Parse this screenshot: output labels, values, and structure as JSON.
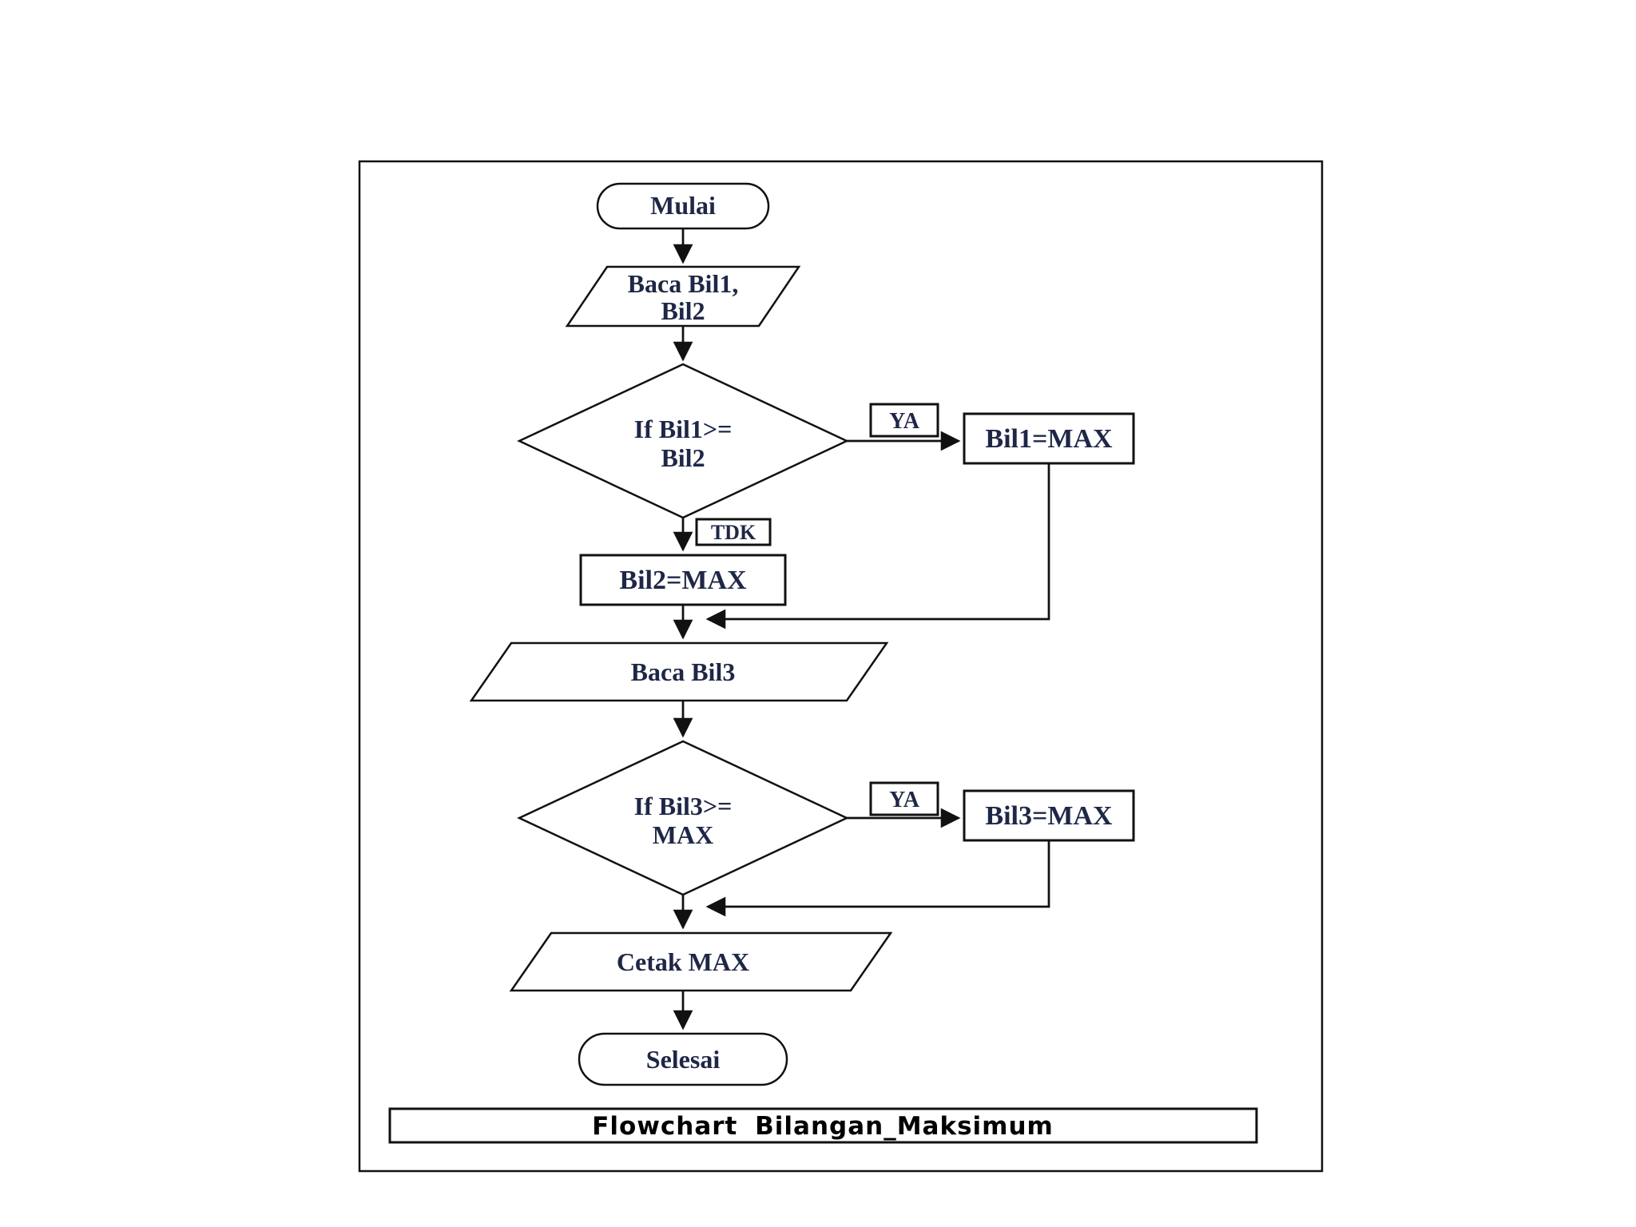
{
  "page": {
    "background": "#ffffff",
    "line_color": "#111111",
    "node_text_color": "#1f2747",
    "caption_text_color": "#000000"
  },
  "diagram": {
    "caption": "Flowchart Bilangan_Maksimum",
    "nodes": {
      "start": {
        "type": "terminator",
        "label": "Mulai"
      },
      "input12": {
        "type": "io",
        "lines": [
          "Baca Bil1,",
          "Bil2"
        ]
      },
      "decision1": {
        "type": "decision",
        "lines": [
          "If Bil1>=",
          "Bil2"
        ]
      },
      "yes1": {
        "label": "YA"
      },
      "no1": {
        "label": "TDK"
      },
      "assign1": {
        "type": "process",
        "label": "Bil1=MAX"
      },
      "assign2": {
        "type": "process",
        "label": "Bil2=MAX"
      },
      "input3": {
        "type": "io",
        "label": "Baca Bil3"
      },
      "decision2": {
        "type": "decision",
        "lines": [
          "If Bil3>=",
          "MAX"
        ]
      },
      "yes2": {
        "label": "YA"
      },
      "assign3": {
        "type": "process",
        "label": "Bil3=MAX"
      },
      "output": {
        "type": "io",
        "label": "Cetak MAX"
      },
      "end": {
        "type": "terminator",
        "label": "Selesai"
      }
    }
  }
}
